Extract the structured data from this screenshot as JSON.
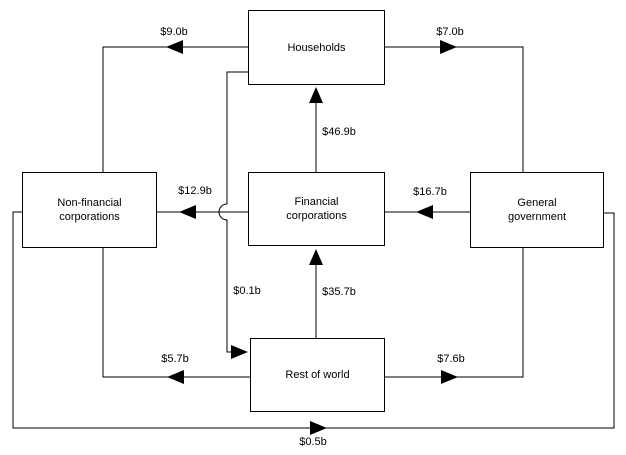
{
  "diagram": {
    "description": "Inter-sectoral financial flow diagram",
    "colors": {
      "background": "#ffffff",
      "line": "#000000",
      "text": "#000000"
    },
    "nodes": {
      "households": {
        "label": "Households"
      },
      "non_financial_corporations": {
        "label": "Non-financial corporations"
      },
      "financial_corporations": {
        "label": "Financial corporations"
      },
      "general_government": {
        "label": "General government"
      },
      "rest_of_world": {
        "label": "Rest of world"
      }
    },
    "flows": {
      "households_to_non_financial": {
        "label": "$9.0b",
        "from": "Households",
        "to": "Non-financial corporations",
        "direction": "left"
      },
      "households_to_general_government": {
        "label": "$7.0b",
        "from": "Households",
        "to": "General government",
        "direction": "right"
      },
      "financial_to_households": {
        "label": "$46.9b",
        "from": "Financial corporations",
        "to": "Households",
        "direction": "up"
      },
      "financial_to_non_financial": {
        "label": "$12.9b",
        "from": "Financial corporations",
        "to": "Non-financial corporations",
        "direction": "left"
      },
      "general_government_to_financial": {
        "label": "$16.7b",
        "from": "General government",
        "to": "Financial corporations",
        "direction": "left"
      },
      "households_to_rest_of_world": {
        "label": "$0.1b",
        "from": "Households",
        "to": "Rest of world",
        "direction": "down-right"
      },
      "rest_of_world_to_financial": {
        "label": "$35.7b",
        "from": "Rest of world",
        "to": "Financial corporations",
        "direction": "up"
      },
      "rest_of_world_to_non_financial": {
        "label": "$5.7b",
        "from": "Rest of world",
        "to": "Non-financial corporations",
        "direction": "left"
      },
      "rest_of_world_to_general_government": {
        "label": "$7.6b",
        "from": "Rest of world",
        "to": "General government",
        "direction": "right"
      },
      "non_financial_to_general_government": {
        "label": "$0.5b",
        "from": "Non-financial corporations",
        "to": "General government",
        "direction": "right"
      }
    }
  }
}
